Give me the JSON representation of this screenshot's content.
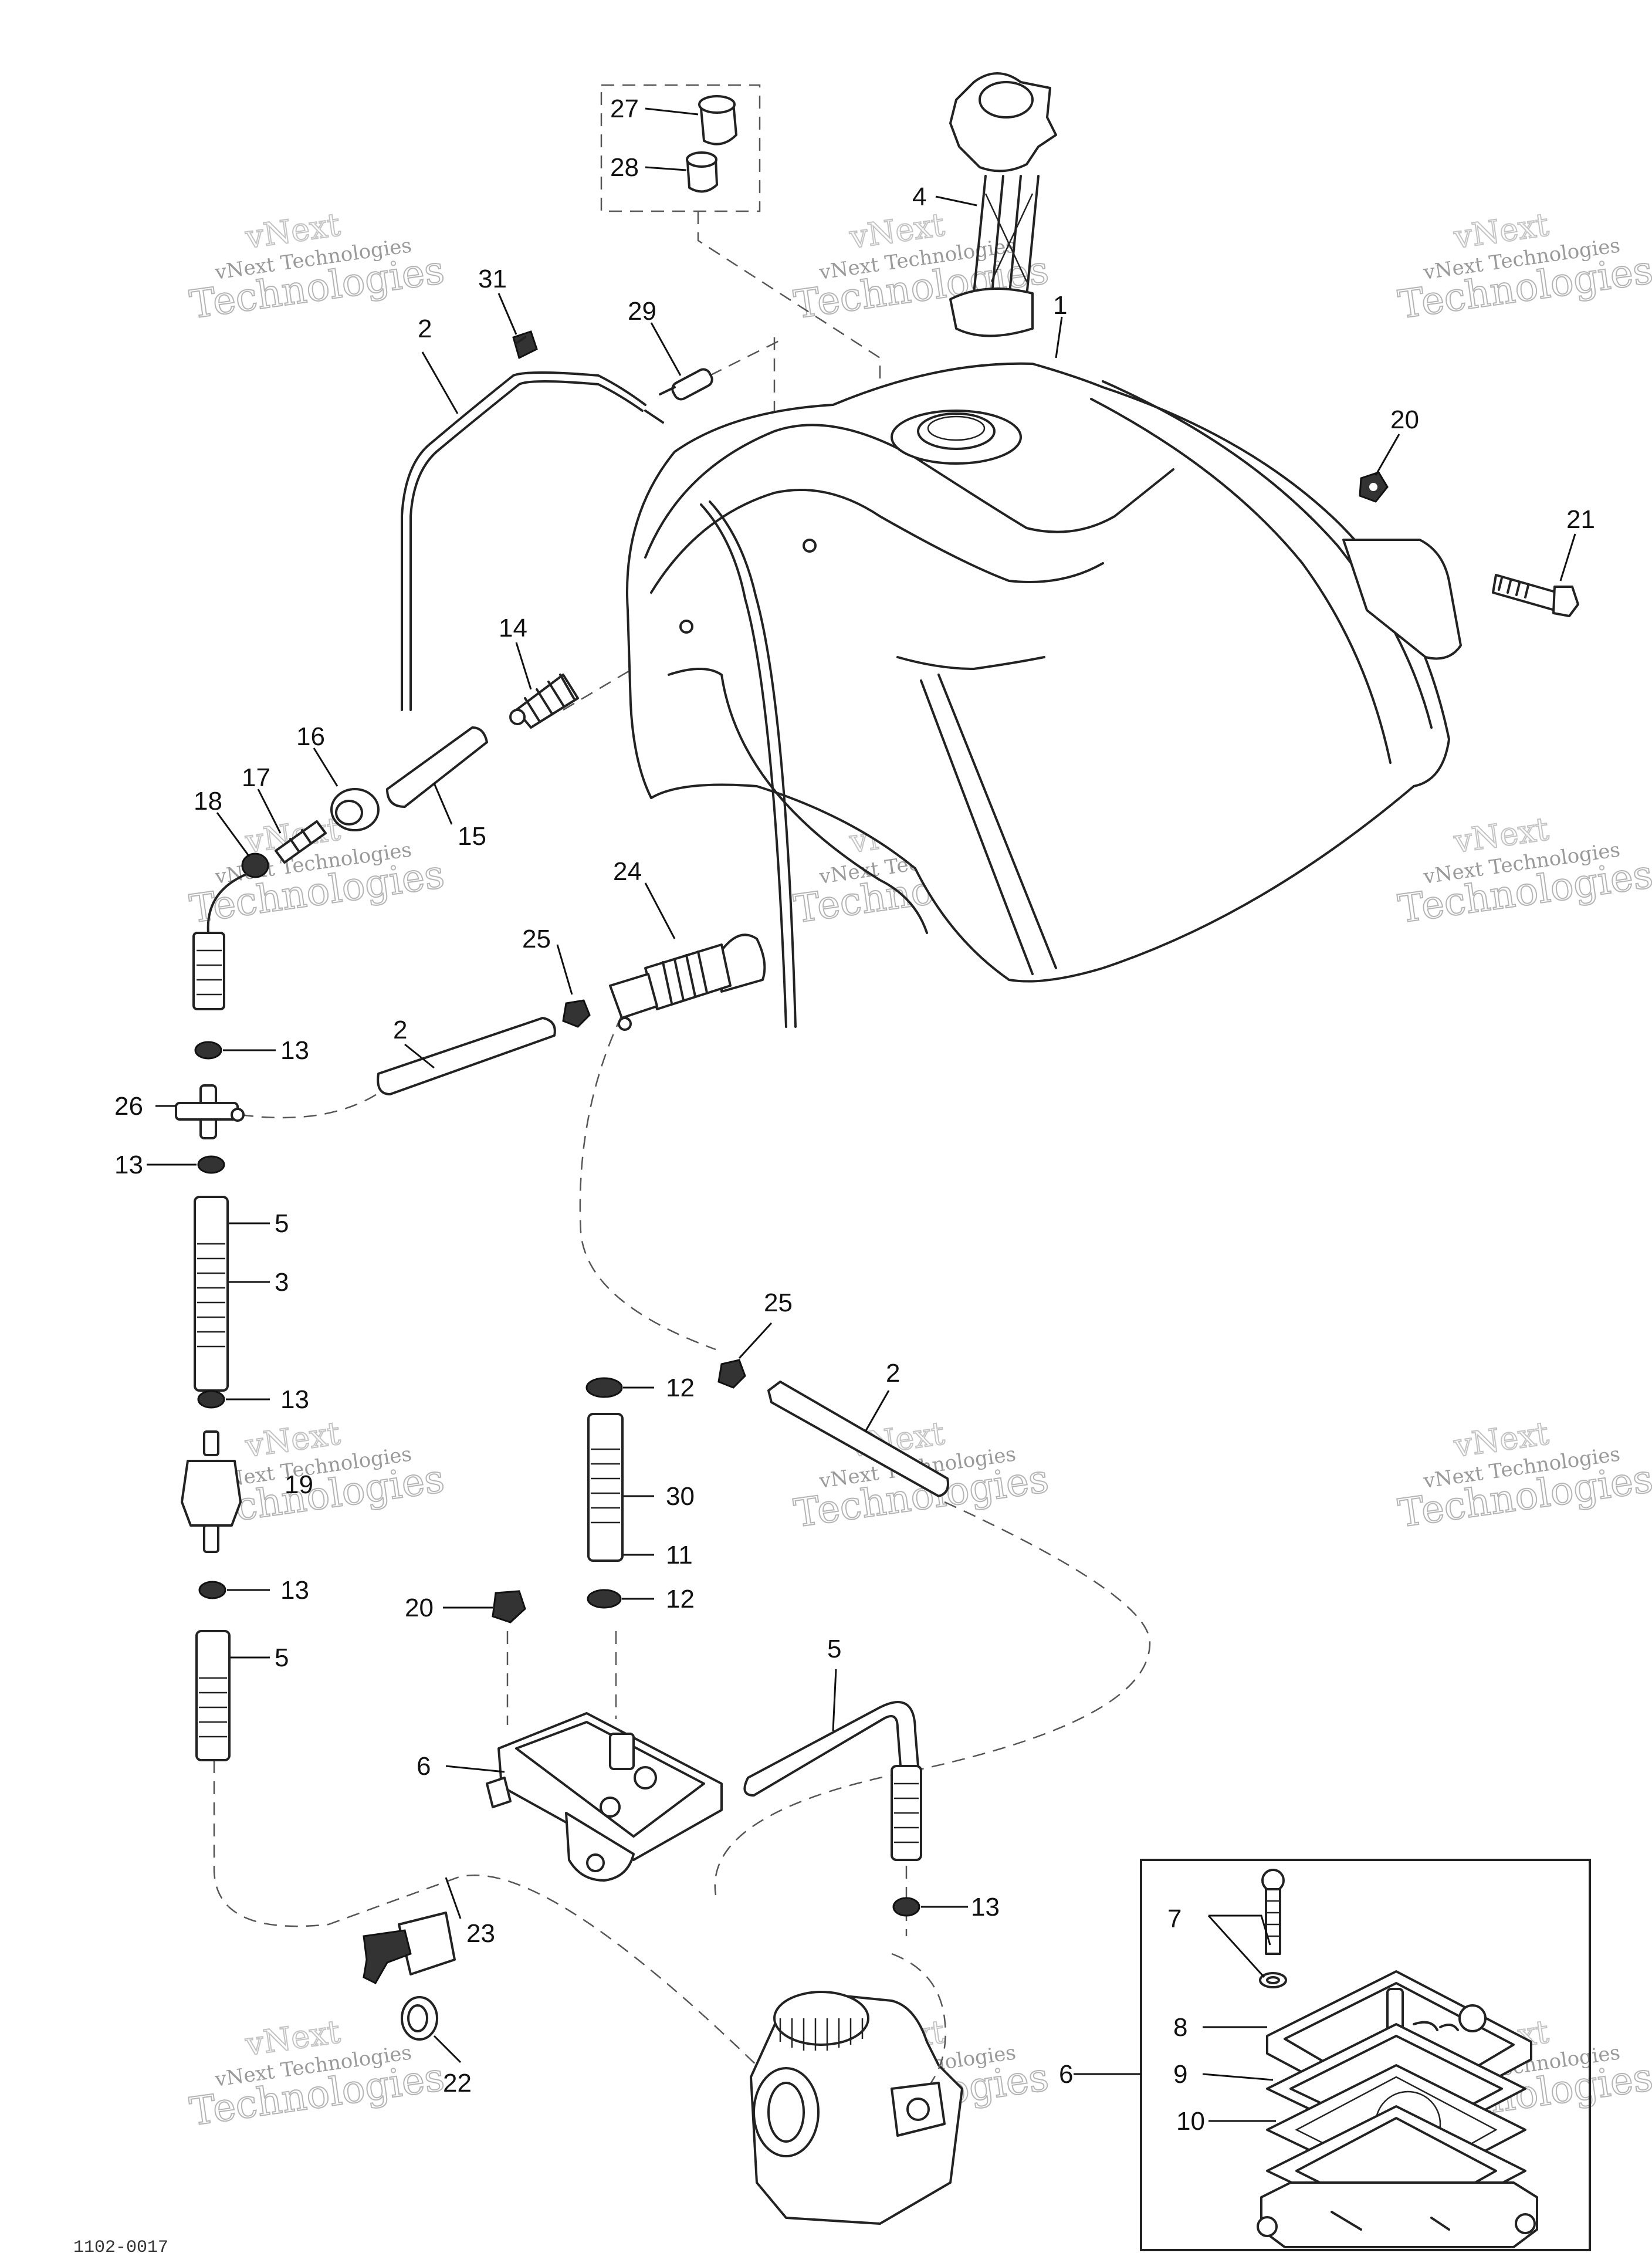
{
  "watermark": {
    "line1": "vNext",
    "line2": "vNext Technologies",
    "line3": "Technologies"
  },
  "callouts": {
    "c1": "1",
    "c2a": "2",
    "c2b": "2",
    "c2c": "2",
    "c3": "3",
    "c4": "4",
    "c5a": "5",
    "c5b": "5",
    "c5c": "5",
    "c6a": "6",
    "c6b": "6",
    "c7": "7",
    "c8": "8",
    "c9": "9",
    "c10": "10",
    "c11": "11",
    "c12a": "12",
    "c12b": "12",
    "c13a": "13",
    "c13b": "13",
    "c13c": "13",
    "c13d": "13",
    "c13e": "13",
    "c14": "14",
    "c15": "15",
    "c16": "16",
    "c17": "17",
    "c18": "18",
    "c19": "19",
    "c20a": "20",
    "c20b": "20",
    "c21": "21",
    "c22": "22",
    "c23": "23",
    "c24": "24",
    "c25a": "25",
    "c25b": "25",
    "c26": "26",
    "c27": "27",
    "c28": "28",
    "c29": "29",
    "c30": "30",
    "c31": "31"
  },
  "footer_code": "1102-0017"
}
